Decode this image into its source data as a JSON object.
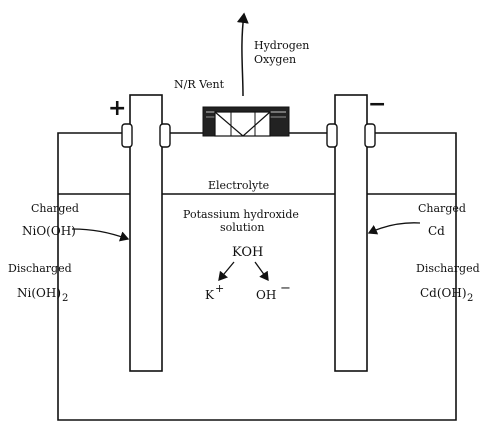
{
  "vent": {
    "label": "N/R Vent",
    "gas_line1": "Hydrogen",
    "gas_line2": "Oxygen"
  },
  "terminals": {
    "positive": "+",
    "negative": "−"
  },
  "electrolyte": {
    "label": "Electrolyte",
    "solution_line1": "Potassium hydroxide",
    "solution_line2": "solution",
    "compound": "KOH",
    "cation": "K",
    "cation_charge": "+",
    "anion": "OH",
    "anion_charge": "−"
  },
  "positive_plate": {
    "charged_label": "Charged",
    "charged_formula": "NiO(OH)",
    "discharged_label": "Discharged",
    "discharged_formula": "Ni(OH)",
    "discharged_subscript": "2"
  },
  "negative_plate": {
    "charged_label": "Charged",
    "charged_formula": "Cd",
    "discharged_label": "Discharged",
    "discharged_formula": "Cd(OH)",
    "discharged_subscript": "2"
  }
}
